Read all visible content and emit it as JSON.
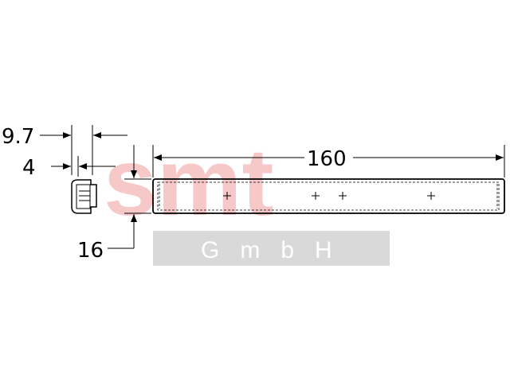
{
  "watermark": {
    "brand": "smt",
    "subtitle": "GmbH",
    "brand_color": "#f6c8c8",
    "band_color": "#d9d9d9"
  },
  "dimensions": {
    "overall_height": "9.7",
    "thickness": "4",
    "length": "160",
    "width": "16"
  },
  "colors": {
    "line": "#000000",
    "background": "#ffffff"
  }
}
